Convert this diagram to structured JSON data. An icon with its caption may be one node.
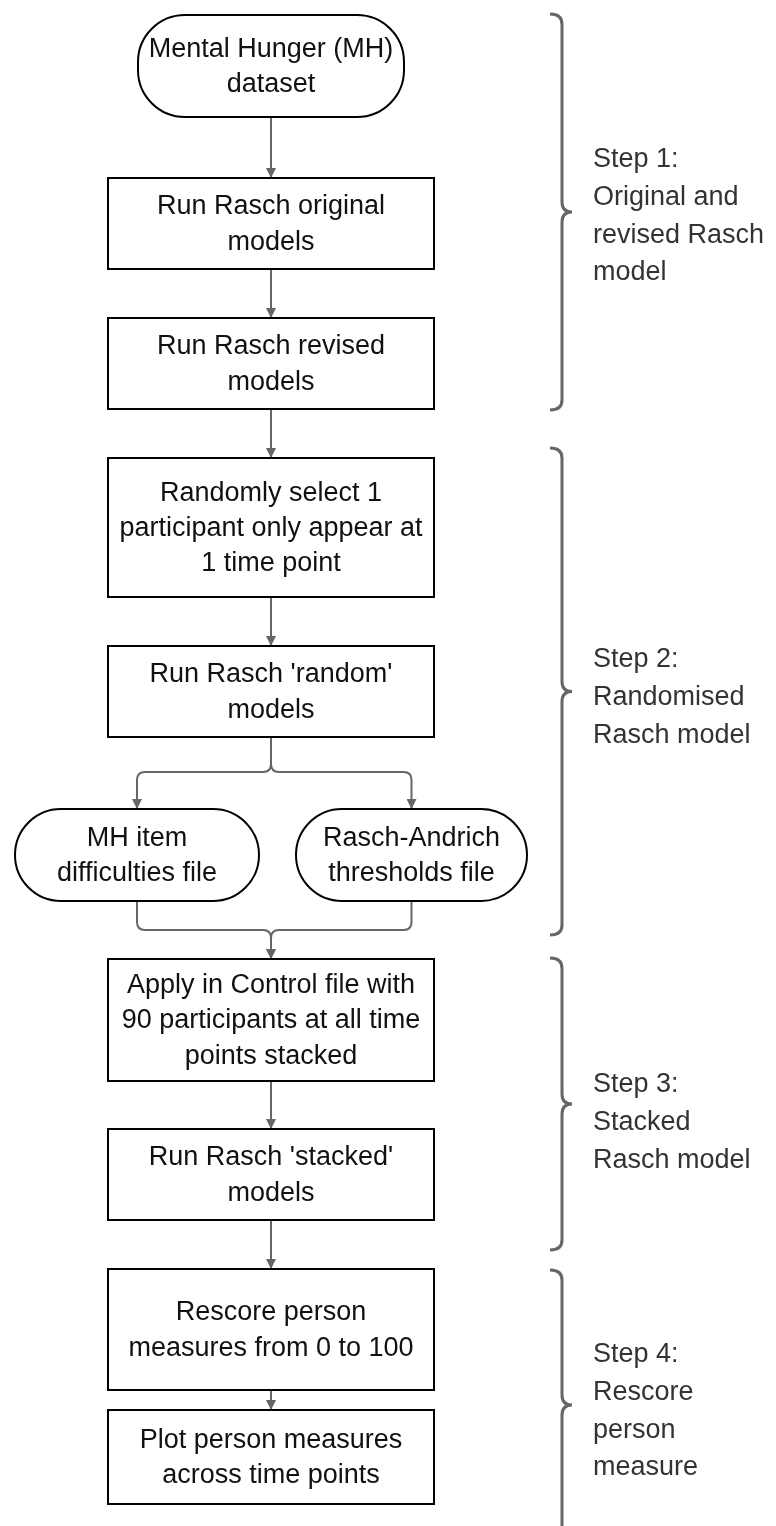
{
  "diagram": {
    "nodes": [
      {
        "text": [
          "Mental Hunger (MH) dataset"
        ]
      },
      {
        "text": [
          "Run Rasch original models"
        ]
      },
      {
        "text": [
          "Run Rasch revised models"
        ]
      },
      {
        "text": [
          "Randomly select 1 participant only appear at 1 time point"
        ]
      },
      {
        "text": [
          "Run Rasch 'random' models"
        ]
      },
      {
        "text": [
          "MH item difficulties file"
        ]
      },
      {
        "text": [
          "Rasch-Andrich thresholds file"
        ]
      },
      {
        "text": [
          "Apply in Control file with 90 participants at all time points stacked"
        ]
      },
      {
        "text": [
          "Run Rasch 'stacked' models"
        ]
      },
      {
        "text": [
          "Rescore person measures from 0 to 100"
        ]
      },
      {
        "text": [
          "Plot person measures across time points"
        ]
      }
    ],
    "edges": [
      {
        "from": 0,
        "to": 1,
        "arrow": "to"
      },
      {
        "from": 1,
        "to": 2,
        "arrow": "to"
      },
      {
        "from": 2,
        "to": 3,
        "arrow": "to"
      },
      {
        "from": 3,
        "to": 4,
        "arrow": "to"
      },
      {
        "from": 4,
        "to": 5,
        "arrow": "to"
      },
      {
        "from": 4,
        "to": 6,
        "arrow": "to"
      },
      {
        "from": 5,
        "to": 7,
        "arrow": "to"
      },
      {
        "from": 6,
        "to": 7,
        "arrow": "to"
      },
      {
        "from": 7,
        "to": 8,
        "arrow": "to"
      },
      {
        "from": 8,
        "to": 9,
        "arrow": "to"
      },
      {
        "from": 9,
        "to": 10,
        "arrow": "to"
      }
    ],
    "labels": [
      "Step 1: Original and revised Rasch model",
      "Step 2: Randomised Rasch model",
      "Step 3: Stacked Rasch model",
      "Step 4: Rescore person measure"
    ]
  }
}
